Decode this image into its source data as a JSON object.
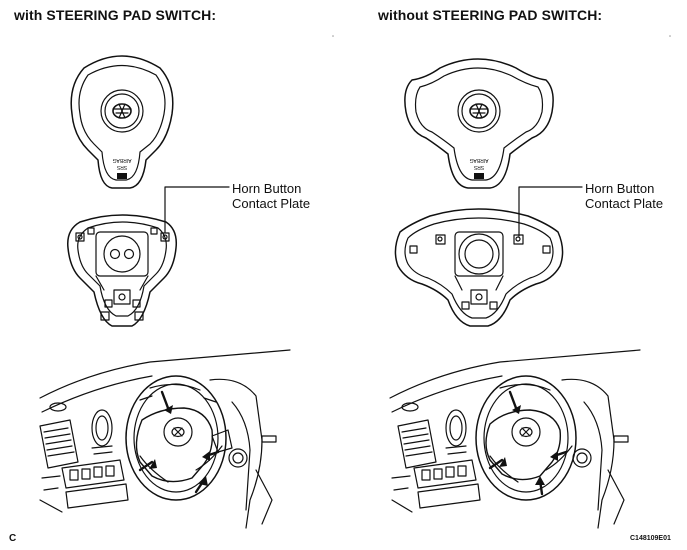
{
  "left_heading": "with STEERING PAD SWITCH:",
  "right_heading": "without STEERING PAD SWITCH:",
  "left_callout": {
    "line1": "Horn Button",
    "line2": "Contact Plate"
  },
  "right_callout": {
    "line1": "Horn Button",
    "line2": "Contact Plate"
  },
  "airbag_marking": {
    "line1": "SRS",
    "line2": "AIRBAG"
  },
  "corner_letter": "C",
  "figure_code": "C148109E01"
}
